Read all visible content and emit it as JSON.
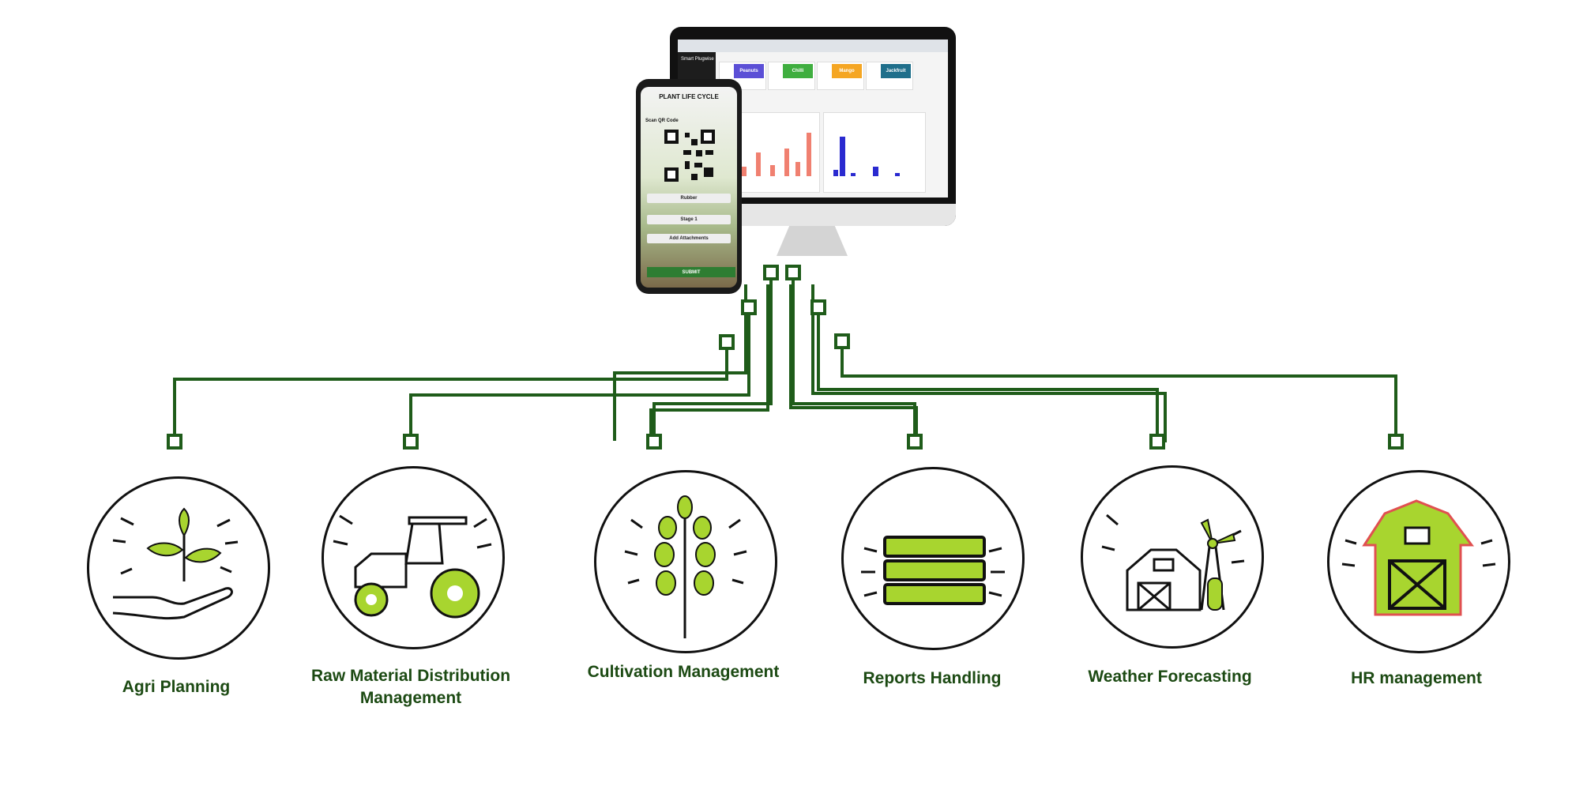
{
  "monitor": {
    "sidebar_title": "Smart Plugwise",
    "tiles": [
      {
        "label": "Peanuts",
        "color": "#5b4fd6"
      },
      {
        "label": "Chilli",
        "color": "#3fae3f"
      },
      {
        "label": "Mango",
        "color": "#f5a623"
      },
      {
        "label": "Jackfruit",
        "color": "#1f6f8b"
      }
    ]
  },
  "phone": {
    "title": "PLANT LIFE CYCLE",
    "scan_label": "Scan QR Code",
    "plant_value": "Rubber",
    "stage_value": "Stage 1",
    "attach_label": "Add Attachments",
    "submit_label": "SUBMIT"
  },
  "modules": [
    {
      "label": "Agri Planning",
      "icon": "hand-plant-icon"
    },
    {
      "label": "Raw Material Distribution Management",
      "icon": "tractor-icon"
    },
    {
      "label": "Cultivation Management",
      "icon": "crop-icon"
    },
    {
      "label": "Reports Handling",
      "icon": "stacked-reports-icon"
    },
    {
      "label": "Weather Forecasting",
      "icon": "windmill-barn-icon"
    },
    {
      "label": "HR management",
      "icon": "barn-icon"
    }
  ],
  "colors": {
    "wire": "#1f5c1a",
    "accent": "#a8d52f",
    "label": "#1c4a13",
    "barn_outline": "#e05050"
  }
}
